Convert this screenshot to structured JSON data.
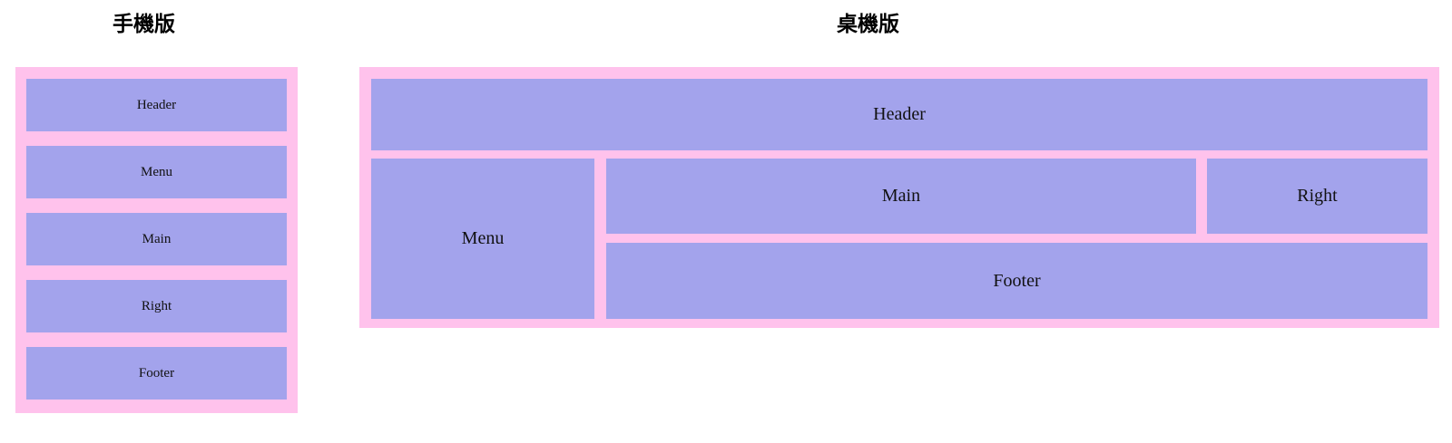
{
  "page": {
    "background_color": "#ffffff",
    "box_fill_color": "#a3a3ec",
    "frame_fill_color": "#ffc2ec",
    "text_color": "#111111"
  },
  "mobile": {
    "title": "手機版",
    "regions": [
      {
        "label": "Header"
      },
      {
        "label": "Menu"
      },
      {
        "label": "Main"
      },
      {
        "label": "Right"
      },
      {
        "label": "Footer"
      }
    ]
  },
  "desktop": {
    "title": "桌機版",
    "regions": [
      {
        "label": "Header"
      },
      {
        "label": "Menu"
      },
      {
        "label": "Main"
      },
      {
        "label": "Right"
      },
      {
        "label": "Footer"
      }
    ]
  }
}
